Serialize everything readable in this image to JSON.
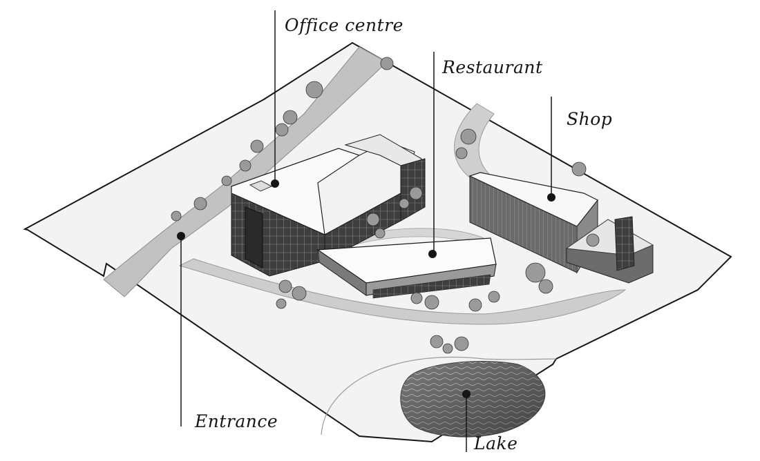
{
  "labels": {
    "office_centre": "Office centre",
    "restaurant": "Restaurant",
    "shop": "Shop",
    "entrance": "Entrance",
    "lake": "Lake"
  },
  "colors": {
    "ink": "#151515",
    "ground": "#f4f4f4",
    "road": "#bdbdbd",
    "roof": "#fbfbfb",
    "facade": "#5a5a5a",
    "glass": "#3a3a3a",
    "water": "#6e6e6e"
  }
}
